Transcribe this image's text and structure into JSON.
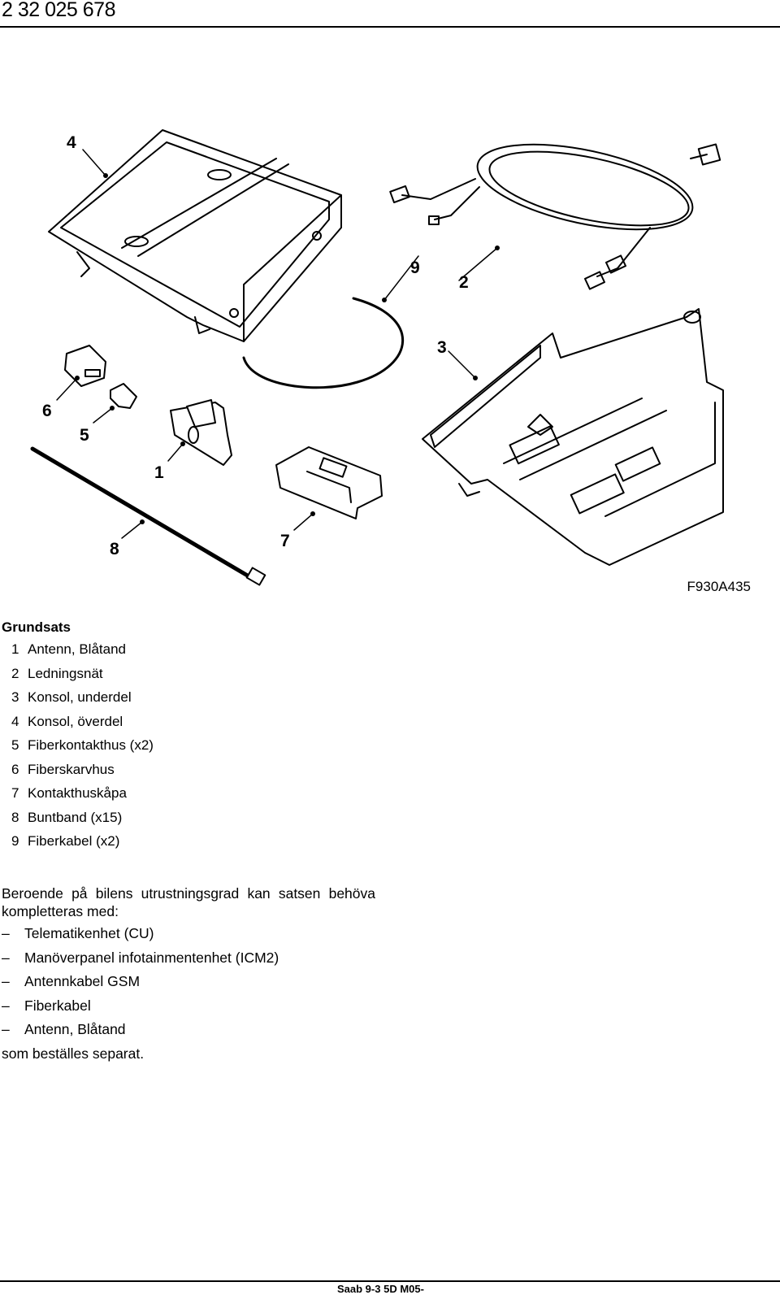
{
  "header": {
    "doc_number": "2  32 025 678"
  },
  "figure": {
    "reference": "F930A435",
    "callouts": [
      "1",
      "2",
      "3",
      "4",
      "5",
      "6",
      "7",
      "8",
      "9"
    ]
  },
  "parts": {
    "title": "Grundsats",
    "items": [
      {
        "num": "1",
        "label": "Antenn, Blåtand"
      },
      {
        "num": "2",
        "label": "Ledningsnät"
      },
      {
        "num": "3",
        "label": "Konsol, underdel"
      },
      {
        "num": "4",
        "label": "Konsol, överdel"
      },
      {
        "num": "5",
        "label": "Fiberkontakthus (x2)"
      },
      {
        "num": "6",
        "label": "Fiberskarvhus"
      },
      {
        "num": "7",
        "label": "Kontakthuskåpa"
      },
      {
        "num": "8",
        "label": "Buntband (x15)"
      },
      {
        "num": "9",
        "label": "Fiberkabel (x2)"
      }
    ]
  },
  "note": {
    "intro": "Beroende på bilens utrustningsgrad kan satsen behöva kompletteras med:",
    "dash": "–",
    "options": [
      "Telematikenhet (CU)",
      "Manöverpanel infotainmentenhet (ICM2)",
      "Antennkabel GSM",
      "Fiberkabel",
      "Antenn, Blåtand"
    ],
    "outro": "som beställes separat."
  },
  "footer": {
    "text": "Saab 9-3 5D M05-"
  }
}
